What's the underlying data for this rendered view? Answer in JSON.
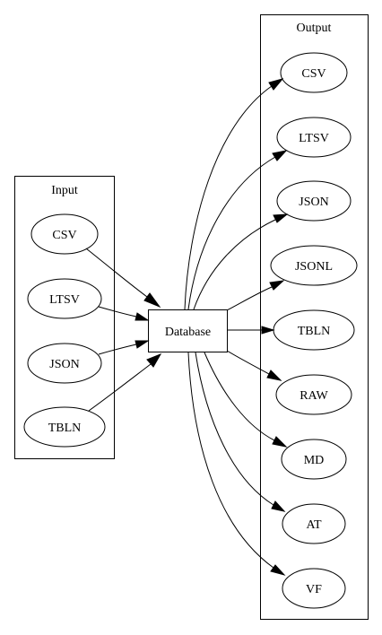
{
  "clusters": {
    "input": {
      "label": "Input"
    },
    "output": {
      "label": "Output"
    }
  },
  "nodes": {
    "in_csv": {
      "label": "CSV"
    },
    "in_ltsv": {
      "label": "LTSV"
    },
    "in_json": {
      "label": "JSON"
    },
    "in_tbln": {
      "label": "TBLN"
    },
    "database": {
      "label": "Database"
    },
    "out_csv": {
      "label": "CSV"
    },
    "out_ltsv": {
      "label": "LTSV"
    },
    "out_json": {
      "label": "JSON"
    },
    "out_jsonl": {
      "label": "JSONL"
    },
    "out_tbln": {
      "label": "TBLN"
    },
    "out_raw": {
      "label": "RAW"
    },
    "out_md": {
      "label": "MD"
    },
    "out_at": {
      "label": "AT"
    },
    "out_vf": {
      "label": "VF"
    }
  },
  "edges": [
    {
      "from": "in_csv",
      "to": "database"
    },
    {
      "from": "in_ltsv",
      "to": "database"
    },
    {
      "from": "in_json",
      "to": "database"
    },
    {
      "from": "in_tbln",
      "to": "database"
    },
    {
      "from": "database",
      "to": "out_csv"
    },
    {
      "from": "database",
      "to": "out_ltsv"
    },
    {
      "from": "database",
      "to": "out_json"
    },
    {
      "from": "database",
      "to": "out_jsonl"
    },
    {
      "from": "database",
      "to": "out_tbln"
    },
    {
      "from": "database",
      "to": "out_raw"
    },
    {
      "from": "database",
      "to": "out_md"
    },
    {
      "from": "database",
      "to": "out_at"
    },
    {
      "from": "database",
      "to": "out_vf"
    }
  ]
}
